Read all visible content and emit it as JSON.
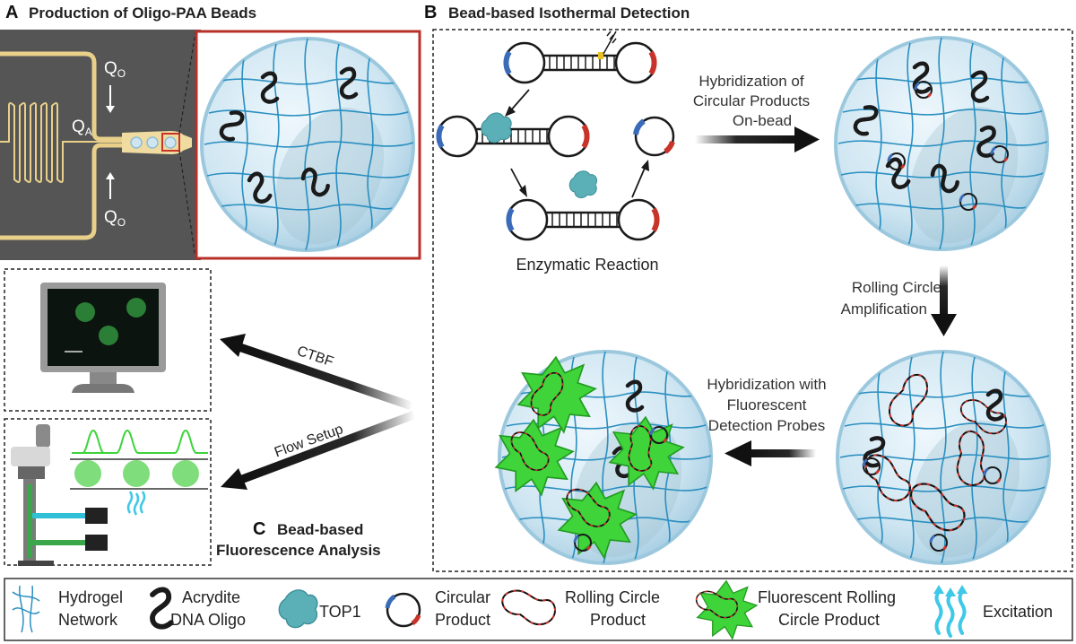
{
  "panel_a": {
    "letter": "A",
    "title": "Production of Oligo-PAA Beads",
    "q_top": "Q",
    "q_top_sub": "O",
    "q_mid": "Q",
    "q_mid_sub": "A",
    "q_bot": "Q",
    "q_bot_sub": "O"
  },
  "panel_b": {
    "letter": "B",
    "title": "Bead-based Isothermal Detection",
    "enzymatic_label": "Enzymatic Reaction",
    "step1": [
      "Hybridization of",
      "Circular Products",
      "On-bead"
    ],
    "step2": [
      "Rolling Circle",
      "Amplification"
    ],
    "step3": [
      "Hybridization with",
      "Fluorescent",
      "Detection Probes"
    ]
  },
  "panel_c": {
    "letter": "C",
    "title_line1": "Bead-based",
    "title_line2": "Fluorescence Analysis",
    "arrow_ctbf": "CTBF",
    "arrow_flow": "Flow Setup"
  },
  "legend": {
    "items": [
      {
        "line1": "Hydrogel",
        "line2": "Network"
      },
      {
        "line1": "Acrydite",
        "line2": "DNA Oligo"
      },
      {
        "line1": "TOP1",
        "line2": ""
      },
      {
        "line1": "Circular",
        "line2": "Product"
      },
      {
        "line1": "Rolling Circle",
        "line2": "Product"
      },
      {
        "line1": "Fluorescent Rolling",
        "line2": "Circle Product"
      },
      {
        "line1": "Excitation",
        "line2": ""
      }
    ]
  },
  "colors": {
    "chip_bg": "#555555",
    "channel": "#f0dca0",
    "bead_fill": "#cfe6f2",
    "mesh": "#2a8fc0",
    "frame_red": "#b8302a",
    "fluor_green": "#3ed43a",
    "rca_red": "#c8342a",
    "excite": "#3fc8e8"
  }
}
